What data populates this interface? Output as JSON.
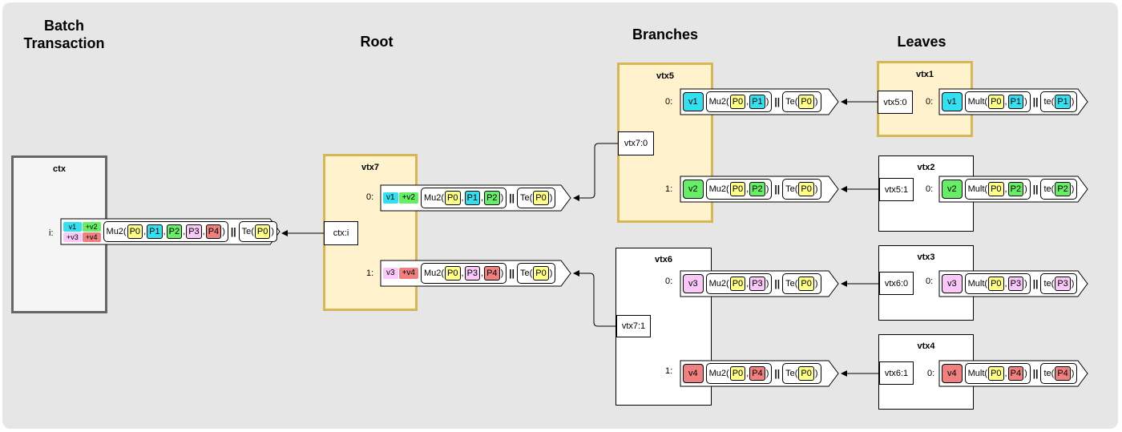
{
  "headings": {
    "batch": "Batch\nTransaction",
    "root": "Root",
    "branches": "Branches",
    "leaves": "Leaves"
  },
  "colors": {
    "background": "#e6e6e6",
    "tx_gold_fill": "#fff2cc",
    "tx_gold_border": "#d6b656",
    "ctx_fill": "#f5f5f5",
    "ctx_border": "#666666",
    "chip_yellow": "#ffff88",
    "chip_cyan": "#33e0f0",
    "chip_green": "#66ee66",
    "chip_pink": "#f9c8f9",
    "chip_red": "#f08080"
  },
  "ctx": {
    "title": "ctx",
    "outputs": [
      {
        "index": "i:",
        "values": [
          "v1",
          "+v2",
          "+v3",
          "+v4"
        ],
        "func": "Mu2(",
        "keys": [
          "P0",
          "P1",
          "P2",
          "P3",
          "P4"
        ],
        "sep": "||",
        "tfunc": "Te(",
        "tkey": "P0",
        "close": ")"
      }
    ]
  },
  "vtx7": {
    "title": "vtx7",
    "input": "ctx:i",
    "outputs": [
      {
        "index": "0:",
        "values": [
          "v1",
          "+v2"
        ],
        "func": "Mu2(",
        "keys": [
          "P0",
          "P1",
          "P2"
        ],
        "sep": "||",
        "tfunc": "Te(",
        "tkey": "P0",
        "close": ")"
      },
      {
        "index": "1:",
        "values": [
          "v3",
          "+v4"
        ],
        "func": "Mu2(",
        "keys": [
          "P0",
          "P3",
          "P4"
        ],
        "sep": "||",
        "tfunc": "Te(",
        "tkey": "P0",
        "close": ")"
      }
    ]
  },
  "vtx5": {
    "title": "vtx5",
    "input": "vtx7:0",
    "outputs": [
      {
        "index": "0:",
        "value": "v1",
        "func": "Mu2(",
        "keys": [
          "P0",
          "P1"
        ],
        "sep": "||",
        "tfunc": "Te(",
        "tkey": "P0",
        "close": ")"
      },
      {
        "index": "1:",
        "value": "v2",
        "func": "Mu2(",
        "keys": [
          "P0",
          "P2"
        ],
        "sep": "||",
        "tfunc": "Te(",
        "tkey": "P0",
        "close": ")"
      }
    ]
  },
  "vtx6": {
    "title": "vtx6",
    "input": "vtx7:1",
    "outputs": [
      {
        "index": "0:",
        "value": "v3",
        "func": "Mu2(",
        "keys": [
          "P0",
          "P3"
        ],
        "sep": "||",
        "tfunc": "Te(",
        "tkey": "P0",
        "close": ")"
      },
      {
        "index": "1:",
        "value": "v4",
        "func": "Mu2(",
        "keys": [
          "P0",
          "P4"
        ],
        "sep": "||",
        "tfunc": "Te(",
        "tkey": "P0",
        "close": ")"
      }
    ]
  },
  "leaves": [
    {
      "title": "vtx1",
      "input": "vtx5:0",
      "index": "0:",
      "value": "v1",
      "func": "Mult(",
      "keys": [
        "P0",
        "P1"
      ],
      "sep": "||",
      "tfunc": "te(",
      "tkey": "P1",
      "close": ")"
    },
    {
      "title": "vtx2",
      "input": "vtx5:1",
      "index": "0:",
      "value": "v2",
      "func": "Mult(",
      "keys": [
        "P0",
        "P2"
      ],
      "sep": "||",
      "tfunc": "te(",
      "tkey": "P2",
      "close": ")"
    },
    {
      "title": "vtx3",
      "input": "vtx6:0",
      "index": "0:",
      "value": "v3",
      "func": "Mult(",
      "keys": [
        "P0",
        "P3"
      ],
      "sep": "||",
      "tfunc": "te(",
      "tkey": "P3",
      "close": ")"
    },
    {
      "title": "vtx4",
      "input": "vtx6:1",
      "index": "0:",
      "value": "v4",
      "func": "Mult(",
      "keys": [
        "P0",
        "P4"
      ],
      "sep": "||",
      "tfunc": "te(",
      "tkey": "P4",
      "close": ")"
    }
  ]
}
